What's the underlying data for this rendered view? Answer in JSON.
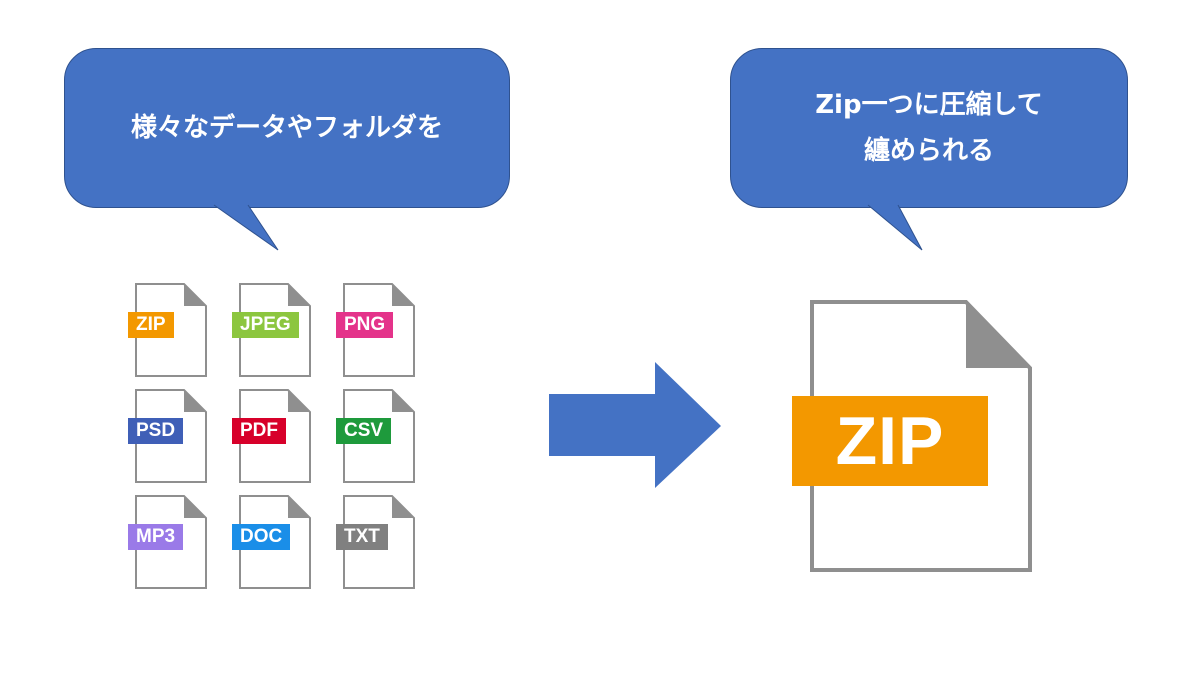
{
  "bubbles": {
    "left": {
      "line1": "様々なデータやフォルダを"
    },
    "right": {
      "line1": "Zip一つに圧縮して",
      "line2": "纏められる"
    },
    "fill_color": "#4472c4"
  },
  "source_files": [
    {
      "label": "ZIP",
      "color": "#f39800"
    },
    {
      "label": "JPEG",
      "color": "#8cc63f"
    },
    {
      "label": "PNG",
      "color": "#e4338a"
    },
    {
      "label": "PSD",
      "color": "#3f5fb7"
    },
    {
      "label": "PDF",
      "color": "#d7002a"
    },
    {
      "label": "CSV",
      "color": "#1e9a3c"
    },
    {
      "label": "MP3",
      "color": "#9a7ae8"
    },
    {
      "label": "DOC",
      "color": "#1a8ee8"
    },
    {
      "label": "TXT",
      "color": "#808080"
    }
  ],
  "result_file": {
    "label": "ZIP",
    "color": "#f39800"
  },
  "arrow": {
    "icon": "right-arrow-icon",
    "color": "#4472c4"
  }
}
